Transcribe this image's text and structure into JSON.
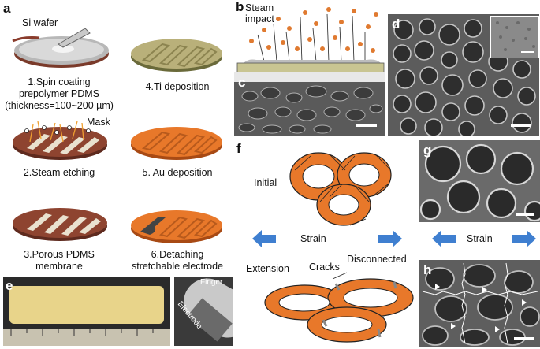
{
  "panels": {
    "a": {
      "label": "a",
      "si_wafer": "Si wafer",
      "mask": "Mask",
      "steps": [
        {
          "line1": "1.Spin coating",
          "line2": "prepolymer PDMS",
          "line3": "(thickness=100~200 µm)"
        },
        {
          "line1": "2.Steam etching"
        },
        {
          "line1": "3.Porous PDMS",
          "line2": "membrane"
        },
        {
          "line1": "4.Ti deposition"
        },
        {
          "line1": "5. Au deposition"
        },
        {
          "line1": "6.Detaching",
          "line2": "stretchable electrode"
        }
      ]
    },
    "b": {
      "label": "b",
      "title_line1": "Steam",
      "title_line2": "impact"
    },
    "c": {
      "label": "c"
    },
    "d": {
      "label": "d"
    },
    "e": {
      "label": "e",
      "finger": "Finger",
      "electrode": "Electrode"
    },
    "f": {
      "label": "f",
      "initial": "Initial",
      "strain": "Strain",
      "extension": "Extension",
      "cracks": "Cracks",
      "disconnected": "Disconnected"
    },
    "g": {
      "label": "g",
      "strain": "Strain"
    },
    "h": {
      "label": "h"
    }
  },
  "colors": {
    "orange": "#e8782a",
    "pdms_dark": "#7a3a2a",
    "arrow_blue": "#3f7fd0",
    "ti": "#b9b07a",
    "sem_gray": "#6e6e6e"
  }
}
